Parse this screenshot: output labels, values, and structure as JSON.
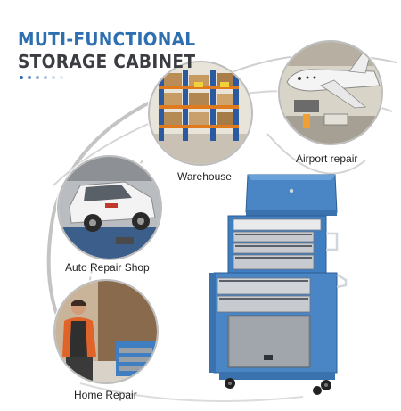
{
  "heading": {
    "line1": "MUTI-FUNCTIONAL",
    "line2": "STORAGE CABINET"
  },
  "scenes": {
    "warehouse": "Warehouse",
    "airport": "Airport repair",
    "auto": "Auto Repair Shop",
    "home": "Home Repair"
  },
  "colors": {
    "title_blue": "#2d6fb0",
    "title_dark": "#3b3d42",
    "cabinet_blue": "#4a86c5",
    "drawer_gray": "#8e9399",
    "arc_gray": "#c4c4c4"
  }
}
